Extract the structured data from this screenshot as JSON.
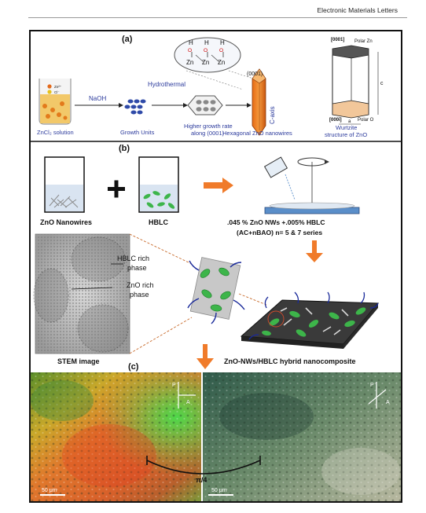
{
  "header": {
    "journal": "Electronic Materials Letters"
  },
  "panel_a": {
    "label": "(a)",
    "beaker_label": "ZnCl₂ solution",
    "zn_ion": "Zn²⁺",
    "cl_ion": "Cl⁻",
    "step1": "NaOH",
    "step2": "Hydrothermal",
    "growth_units": "Growth Units",
    "higher_rate_line1": "Higher growth rate",
    "higher_rate_line2": "along (0001)",
    "surface_h": "H",
    "surface_o": "O",
    "surface_zn": "Zn",
    "plane": "(0001)",
    "c_axis": "C-axis",
    "nanowire_label": "Hexagonal ZnO nanowires",
    "top_plane": "[0001]",
    "polar_zn": "Polar Zn",
    "bottom_plane": "[000ī]",
    "polar_o": "Polar O",
    "c": "c",
    "a": "a",
    "wurtzite_line1": "Wurtzite",
    "wurtzite_line2": "structure of ZnO"
  },
  "panel_b": {
    "label": "(b)",
    "nanowires": "ZnO Nanowires",
    "hblc": "HBLC",
    "composition_line1": ".045 % ZnO NWs +.005% HBLC",
    "composition_line2": "(AC+nBAO) n= 5 & 7 series",
    "hblc_rich_line1": "HBLC rich",
    "hblc_rich_line2": "phase",
    "zno_rich_line1": "ZnO rich",
    "zno_rich_line2": "phase",
    "stem": "STEM image",
    "composite": "ZnO-NWs/HBLC hybrid nanocomposite"
  },
  "panel_c": {
    "label": "(c)",
    "p": "P",
    "a": "A",
    "angle": "π/4",
    "scale_left": "50 μm",
    "scale_right": "50 μm"
  },
  "colors": {
    "accent_orange": "#f07b2a",
    "hblc_green": "#3db54a",
    "blue_text": "#2b3a9c"
  }
}
